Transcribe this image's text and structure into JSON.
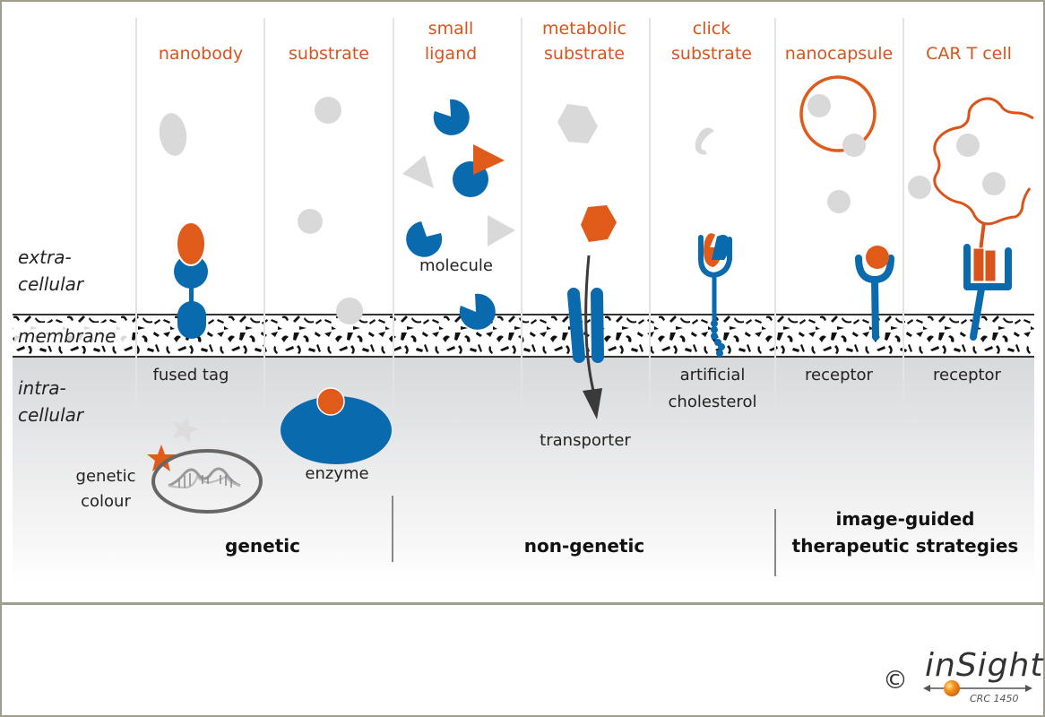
{
  "columns": [
    {
      "title": "nanobody",
      "bottom_label": "fused tag"
    },
    {
      "title": "substrate",
      "bottom_label": ""
    },
    {
      "title_lines": [
        "small",
        "ligand"
      ],
      "inner_label": "molecule"
    },
    {
      "title_lines": [
        "metabolic",
        "substrate"
      ],
      "bottom_label": "transporter"
    },
    {
      "title_lines": [
        "click",
        "substrate"
      ],
      "bottom_lines": [
        "artificial",
        "cholesterol"
      ]
    },
    {
      "title": "nanocapsule",
      "bottom_label": "receptor"
    },
    {
      "title": "CAR T cell",
      "bottom_label": "receptor"
    }
  ],
  "side_labels": {
    "extracellular": [
      "extra-",
      "cellular"
    ],
    "membrane": "membrane",
    "intracellular": [
      "intra-",
      "cellular"
    ]
  },
  "intracellular_labels": {
    "genetic_colour": [
      "genetic",
      "colour"
    ],
    "enzyme": "enzyme"
  },
  "categories": {
    "genetic": "genetic",
    "non_genetic": "non-genetic",
    "image_guided": [
      "image-guided",
      "therapeutic strategies"
    ]
  },
  "footer": {
    "copyright_symbol": "©",
    "logo_text": "inSight",
    "logo_subtext": "CRC 1450"
  },
  "colors": {
    "orange": "#e05a1a",
    "blue": "#0a6aae",
    "grey_ligand": "#d9d9d9",
    "title_orange": "#d9541a",
    "frame": "#a09d8a"
  }
}
